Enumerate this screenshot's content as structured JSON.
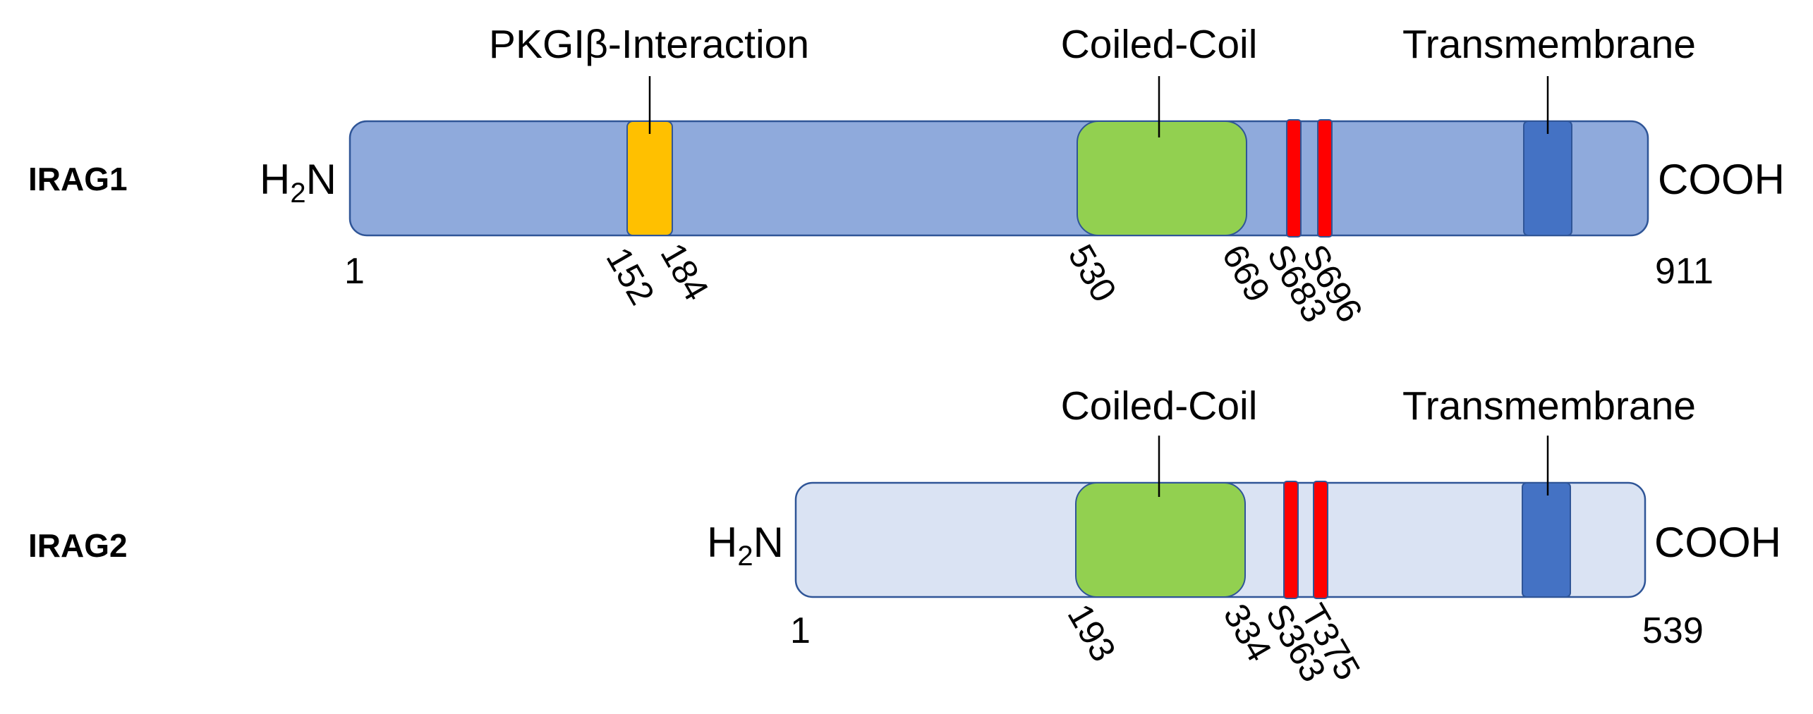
{
  "colors": {
    "irag1_body": "#8faadc",
    "irag2_body": "#dae3f3",
    "pkg_domain": "#ffc000",
    "coiled_coil": "#92d050",
    "phospho_site": "#ff0000",
    "transmembrane": "#4472c4",
    "outline": "#2f5597"
  },
  "irag1": {
    "name": "IRAG1",
    "n_terminus": "H",
    "n_terminus_sub": "2",
    "n_terminus_n": "N",
    "c_terminus": "COOH",
    "domain_labels": {
      "pkg": "PKGIβ-Interaction",
      "coiled_coil": "Coiled-Coil",
      "transmembrane": "Transmembrane"
    },
    "start": "1",
    "end": "911",
    "pkg_start": "152",
    "pkg_end": "184",
    "cc_start": "530",
    "cc_end": "669",
    "site1": "S683",
    "site2": "S696"
  },
  "irag2": {
    "name": "IRAG2",
    "n_terminus": "H",
    "n_terminus_sub": "2",
    "n_terminus_n": "N",
    "c_terminus": "COOH",
    "domain_labels": {
      "coiled_coil": "Coiled-Coil",
      "transmembrane": "Transmembrane"
    },
    "start": "1",
    "end": "539",
    "cc_start": "193",
    "cc_end": "334",
    "site1": "S363",
    "site2": "T375"
  }
}
